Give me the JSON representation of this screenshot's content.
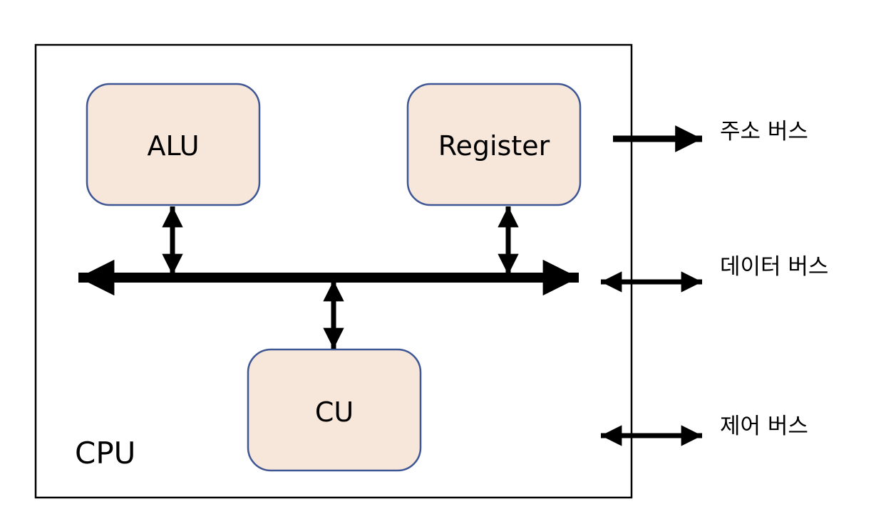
{
  "cpu": {
    "label": "CPU"
  },
  "components": {
    "alu": "ALU",
    "register": "Register",
    "cu": "CU"
  },
  "buses": {
    "address": "주소 버스",
    "data": "데이터 버스",
    "control": "제어 버스"
  },
  "colors": {
    "box_fill": "#f7e6da",
    "box_stroke": "#3f5695",
    "line": "#000000"
  }
}
